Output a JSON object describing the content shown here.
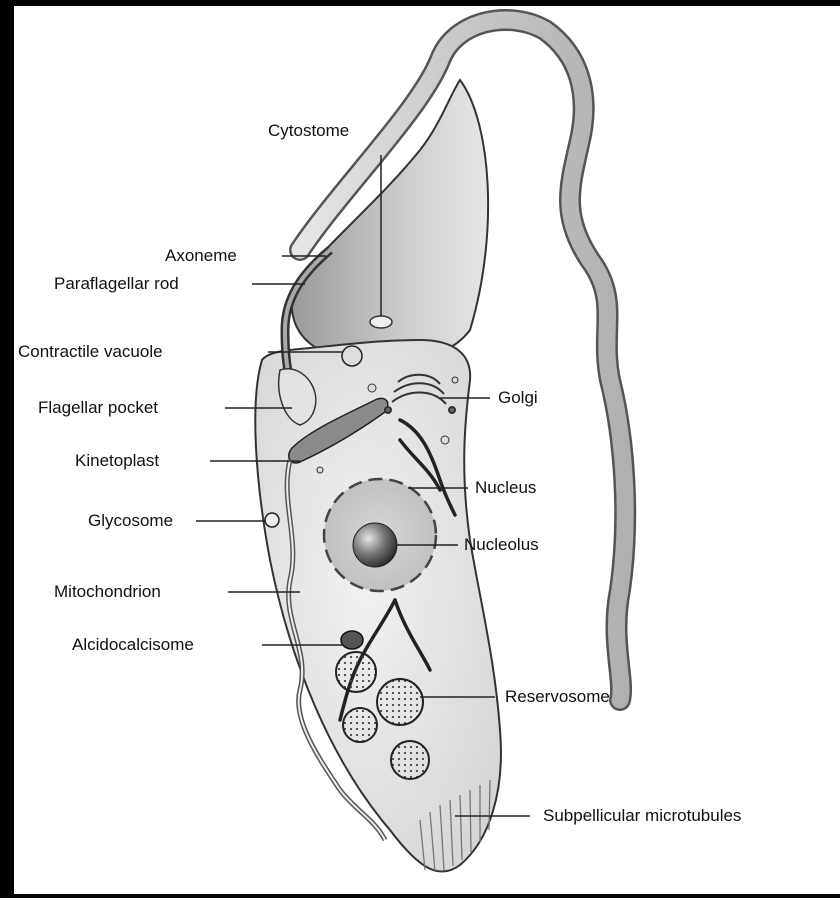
{
  "labels": {
    "cytostome": "Cytostome",
    "axoneme": "Axoneme",
    "paraflagellar_rod": "Paraflagellar rod",
    "contractile_vacuole": "Contractile vacuole",
    "flagellar_pocket": "Flagellar pocket",
    "kinetoplast": "Kinetoplast",
    "glycosome": "Glycosome",
    "mitochondrion": "Mitochondrion",
    "alcidocalcisome": "Alcidocalcisome",
    "golgi": "Golgi",
    "nucleus": "Nucleus",
    "nucleolus": "Nucleolus",
    "reservosome": "Reservosome",
    "subpellicular_microtubules": "Subpellicular microtubules"
  }
}
